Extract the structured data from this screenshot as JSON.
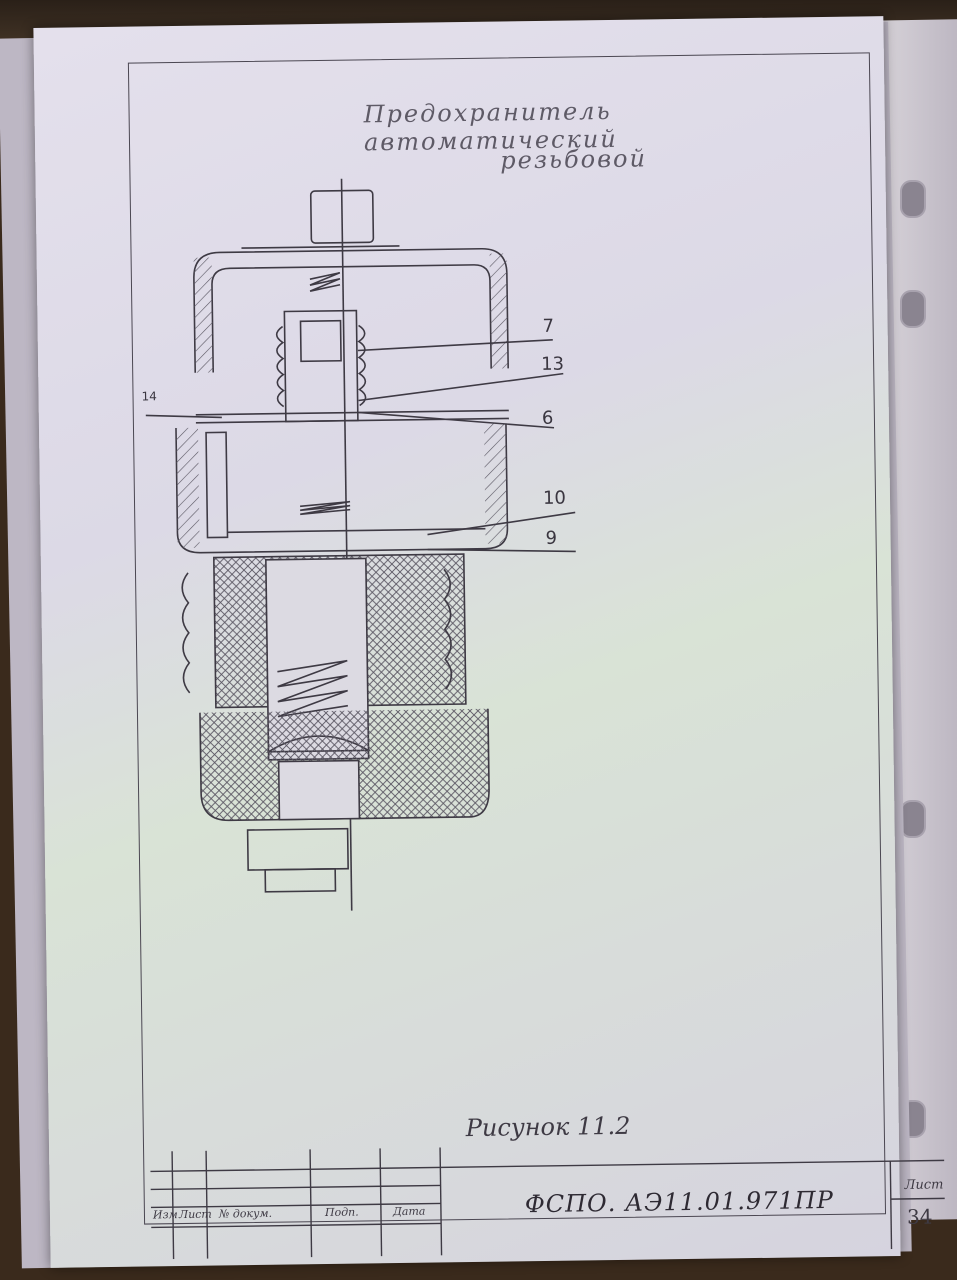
{
  "title": {
    "line1": "Предохранитель автоматический",
    "line2": "резьбовой"
  },
  "drawing": {
    "leaders": [
      "7",
      "13",
      "6",
      "10",
      "9",
      "14"
    ]
  },
  "caption": "Рисунок 11.2",
  "stamp": {
    "columns": [
      "Изм",
      "Лист",
      "№ докум.",
      "Подп.",
      "Дата"
    ],
    "code": "ФСПО. АЭ11.01.971ПР",
    "sheet_label": "Лист",
    "sheet_number": "34"
  }
}
